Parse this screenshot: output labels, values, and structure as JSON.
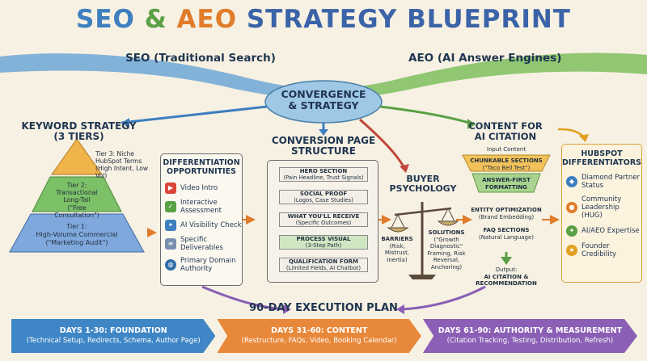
{
  "title": {
    "w1": "SEO",
    "w2": "&",
    "w3": "AEO",
    "w4": "STRATEGY BLUEPRINT"
  },
  "streams": {
    "seo": "SEO (Traditional Search)",
    "aeo": "AEO (AI Answer Engines)"
  },
  "convergence": {
    "line1": "CONVERGENCE",
    "line2": "& STRATEGY"
  },
  "keyword": {
    "title": "KEYWORD STRATEGY",
    "subtitle": "(3 TIERS)",
    "tier3": {
      "l1": "Tier 3: Niche",
      "l2": "HubSpot Terms",
      "l3": "(High Intent, Low Vol)"
    },
    "tier2": {
      "l1": "Tier 2:",
      "l2": "Transactional",
      "l3": "Long-Tail",
      "l4": "(\"Free Consultation\")"
    },
    "tier1": {
      "l1": "Tier 1:",
      "l2": "High-Volume Commercial",
      "l3": "(\"Marketing Audit\")"
    }
  },
  "differentiation": {
    "title1": "DIFFERENTIATION",
    "title2": "OPPORTUNITIES",
    "items": [
      {
        "label": "Video Intro",
        "icon": "video-icon"
      },
      {
        "label": "Interactive Assessment",
        "icon": "checklist-icon"
      },
      {
        "label": "AI Visibility Check",
        "icon": "ai-icon"
      },
      {
        "label": "Specific Deliverables",
        "icon": "document-icon"
      },
      {
        "label": "Primary Domain Authority",
        "icon": "globe-icon"
      }
    ]
  },
  "conversion": {
    "title1": "CONVERSION PAGE",
    "title2": "STRUCTURE",
    "sections": [
      {
        "t": "HERO SECTION",
        "s": "(Pain Headline, Trust Signals)"
      },
      {
        "t": "SOCIAL PROOF",
        "s": "(Logos, Case Studies)"
      },
      {
        "t": "WHAT YOU'LL RECEIVE",
        "s": "(Specific Outcomes)"
      },
      {
        "t": "PROCESS VISUAL",
        "s": "(3-Step Path)"
      },
      {
        "t": "QUALIFICATION FORM",
        "s": "(Limited Fields, AI Chatbot)"
      }
    ]
  },
  "buyer": {
    "title1": "BUYER",
    "title2": "PSYCHOLOGY",
    "barriers": {
      "t": "BARRIERS",
      "s": "(Risk, Mistrust, Inertia)"
    },
    "solutions": {
      "t": "SOLUTIONS",
      "s": "(\"Growth Diagnostic\" Framing, Risk Reversal, Anchoring)"
    }
  },
  "content": {
    "title1": "CONTENT FOR",
    "title2": "AI CITATION",
    "input": "Input Content",
    "chunk": {
      "t": "CHUNKABLE SECTIONS",
      "s": "(\"Taco Bell Test\")"
    },
    "answer": {
      "t": "ANSWER-FIRST",
      "s": "FORMATTING"
    },
    "entity": {
      "t": "ENTITY OPTIMIZATION",
      "s": "(Brand Embedding)"
    },
    "faq": {
      "t": "FAQ SECTIONS",
      "s": "(Natural Language)"
    },
    "output": {
      "l1": "Output:",
      "l2": "AI CITATION &",
      "l3": "RECOMMENDATION"
    }
  },
  "hubspot": {
    "title1": "HUBSPOT",
    "title2": "DIFFERENTIATORS",
    "items": [
      {
        "label": "Diamond Partner Status",
        "icon": "diamond-icon"
      },
      {
        "label": "Community Leadership (HUG)",
        "icon": "people-icon"
      },
      {
        "label": "AI/AEO Expertise",
        "icon": "ai-chip-icon"
      },
      {
        "label": "Founder Credibility",
        "icon": "founder-icon"
      }
    ]
  },
  "plan": {
    "title": "90-DAY EXECUTION PLAN",
    "phases": [
      {
        "t": "DAYS 1-30: FOUNDATION",
        "s": "(Technical Setup, Redirects, Schema, Author Page)",
        "color": "#3f86c6"
      },
      {
        "t": "DAYS 31-60: CONTENT",
        "s": "(Restructure, FAQs, Video, Booking Calendar)",
        "color": "#e8883a"
      },
      {
        "t": "DAYS 61-90: AUTHORITY & MEASUREMENT",
        "s": "(Citation Tracking, Testing, Distribution, Refresh)",
        "color": "#8a5fb5"
      }
    ]
  },
  "colors": {
    "blue": "#3d7fbf",
    "green": "#5aa045",
    "orange": "#e07c2a",
    "purple": "#8a5fb5"
  }
}
